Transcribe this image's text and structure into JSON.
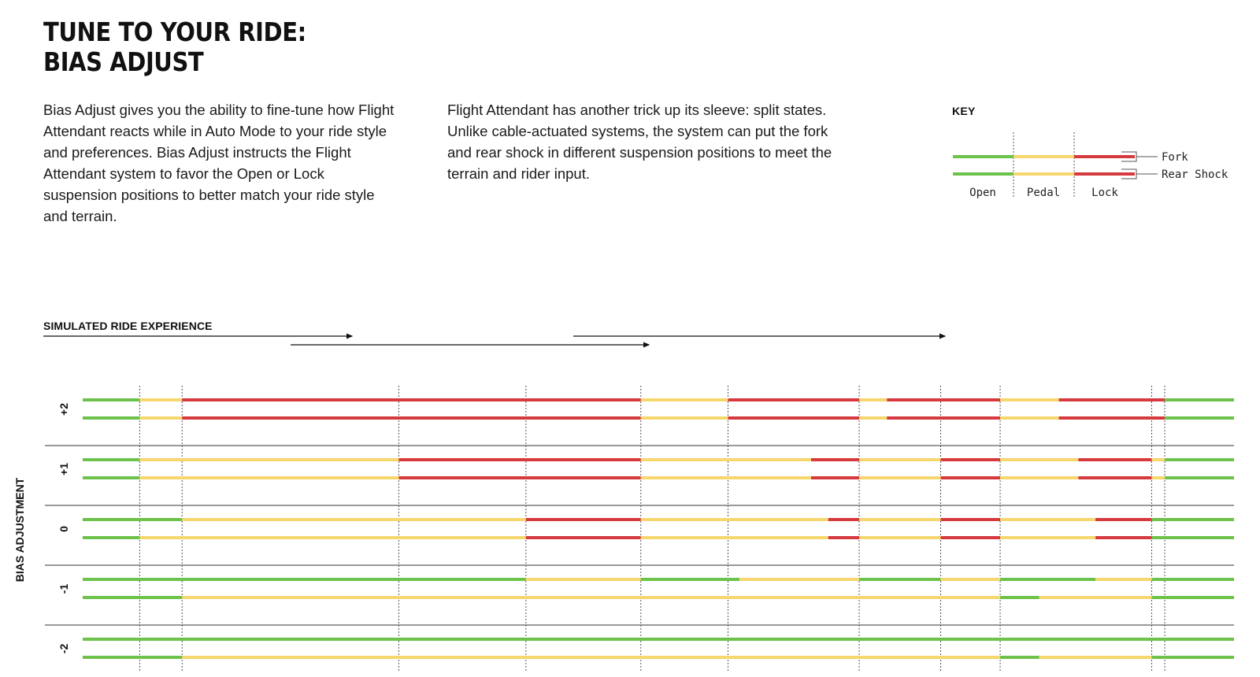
{
  "header": {
    "title_line1": "TUNE TO YOUR RIDE:",
    "title_line2": "BIAS ADJUST"
  },
  "intro": {
    "paragraph1": "Bias Adjust gives you the ability to fine-tune how Flight Attendant reacts while in Auto Mode to your ride style and preferences. Bias Adjust instructs the Flight Attendant system to favor the Open or Lock suspension positions to better match your ride style and terrain.",
    "paragraph2": "Flight Attendant has another trick up its sleeve: split states. Unlike cable-actuated systems, the system can put the fork and rear shock in different suspension positions to meet the terrain and rider input."
  },
  "key": {
    "title": "KEY",
    "states": [
      "Open",
      "Pedal",
      "Lock"
    ],
    "fork_label": "Fork",
    "rear_label": "Rear Shock"
  },
  "chart_title": "SIMULATED RIDE EXPERIENCE",
  "colors": {
    "open": "#6cc24a",
    "pedal": "#f5d76e",
    "lock": "#d63a3f",
    "separator": "#333333",
    "guide": "#555555"
  },
  "chart_data": {
    "type": "timeline",
    "ylabel": "BIAS ADJUSTMENT",
    "state_codes": {
      "O": "Open",
      "P": "Pedal",
      "L": "Lock"
    },
    "x": [
      0,
      70,
      122,
      388,
      544,
      685,
      792,
      953,
      987,
      1053,
      1126,
      1198,
      1245,
      1312,
      1328,
      1413
    ],
    "guides": [
      70,
      122,
      388,
      544,
      685,
      792,
      953,
      1053,
      1126,
      1312,
      1328
    ],
    "rows": [
      {
        "label": "+2",
        "fork": [
          [
            0,
            70,
            "O"
          ],
          [
            70,
            122,
            "P"
          ],
          [
            122,
            685,
            "L"
          ],
          [
            685,
            792,
            "P"
          ],
          [
            792,
            953,
            "L"
          ],
          [
            953,
            987,
            "P"
          ],
          [
            987,
            1126,
            "L"
          ],
          [
            1126,
            1198,
            "P"
          ],
          [
            1198,
            1328,
            "L"
          ],
          [
            1328,
            1413,
            "O"
          ]
        ],
        "rear": [
          [
            0,
            70,
            "O"
          ],
          [
            70,
            122,
            "P"
          ],
          [
            122,
            685,
            "L"
          ],
          [
            685,
            792,
            "P"
          ],
          [
            792,
            953,
            "L"
          ],
          [
            953,
            987,
            "P"
          ],
          [
            987,
            1126,
            "L"
          ],
          [
            1126,
            1198,
            "P"
          ],
          [
            1198,
            1328,
            "L"
          ],
          [
            1328,
            1413,
            "O"
          ]
        ]
      },
      {
        "label": "+1",
        "fork": [
          [
            0,
            70,
            "O"
          ],
          [
            70,
            388,
            "P"
          ],
          [
            388,
            685,
            "L"
          ],
          [
            685,
            894,
            "P"
          ],
          [
            894,
            953,
            "L"
          ],
          [
            953,
            1053,
            "P"
          ],
          [
            1053,
            1126,
            "L"
          ],
          [
            1126,
            1222,
            "P"
          ],
          [
            1222,
            1312,
            "L"
          ],
          [
            1312,
            1328,
            "P"
          ],
          [
            1328,
            1413,
            "O"
          ]
        ],
        "rear": [
          [
            0,
            70,
            "O"
          ],
          [
            70,
            388,
            "P"
          ],
          [
            388,
            685,
            "L"
          ],
          [
            685,
            894,
            "P"
          ],
          [
            894,
            953,
            "L"
          ],
          [
            953,
            1053,
            "P"
          ],
          [
            1053,
            1126,
            "L"
          ],
          [
            1126,
            1222,
            "P"
          ],
          [
            1222,
            1312,
            "L"
          ],
          [
            1312,
            1328,
            "P"
          ],
          [
            1328,
            1413,
            "O"
          ]
        ]
      },
      {
        "label": "0",
        "fork": [
          [
            0,
            122,
            "O"
          ],
          [
            122,
            544,
            "P"
          ],
          [
            544,
            685,
            "L"
          ],
          [
            685,
            915,
            "P"
          ],
          [
            915,
            953,
            "L"
          ],
          [
            953,
            1053,
            "P"
          ],
          [
            1053,
            1126,
            "L"
          ],
          [
            1126,
            1243,
            "P"
          ],
          [
            1243,
            1312,
            "L"
          ],
          [
            1312,
            1413,
            "O"
          ]
        ],
        "rear": [
          [
            0,
            70,
            "O"
          ],
          [
            70,
            544,
            "P"
          ],
          [
            544,
            685,
            "L"
          ],
          [
            685,
            915,
            "P"
          ],
          [
            915,
            953,
            "L"
          ],
          [
            953,
            1053,
            "P"
          ],
          [
            1053,
            1126,
            "L"
          ],
          [
            1126,
            1243,
            "P"
          ],
          [
            1243,
            1312,
            "L"
          ],
          [
            1312,
            1413,
            "O"
          ]
        ]
      },
      {
        "label": "-1",
        "fork": [
          [
            0,
            544,
            "O"
          ],
          [
            544,
            685,
            "P"
          ],
          [
            685,
            806,
            "O"
          ],
          [
            806,
            953,
            "P"
          ],
          [
            953,
            1053,
            "O"
          ],
          [
            1053,
            1126,
            "P"
          ],
          [
            1126,
            1243,
            "O"
          ],
          [
            1243,
            1312,
            "P"
          ],
          [
            1312,
            1413,
            "O"
          ]
        ],
        "rear": [
          [
            0,
            122,
            "O"
          ],
          [
            122,
            1126,
            "P"
          ],
          [
            1126,
            1174,
            "O"
          ],
          [
            1174,
            1312,
            "P"
          ],
          [
            1312,
            1413,
            "O"
          ]
        ]
      },
      {
        "label": "-2",
        "fork": [
          [
            0,
            1413,
            "O"
          ]
        ],
        "rear": [
          [
            0,
            122,
            "O"
          ],
          [
            122,
            1126,
            "P"
          ],
          [
            1126,
            1174,
            "O"
          ],
          [
            1174,
            1312,
            "P"
          ],
          [
            1312,
            1413,
            "O"
          ]
        ]
      }
    ]
  }
}
